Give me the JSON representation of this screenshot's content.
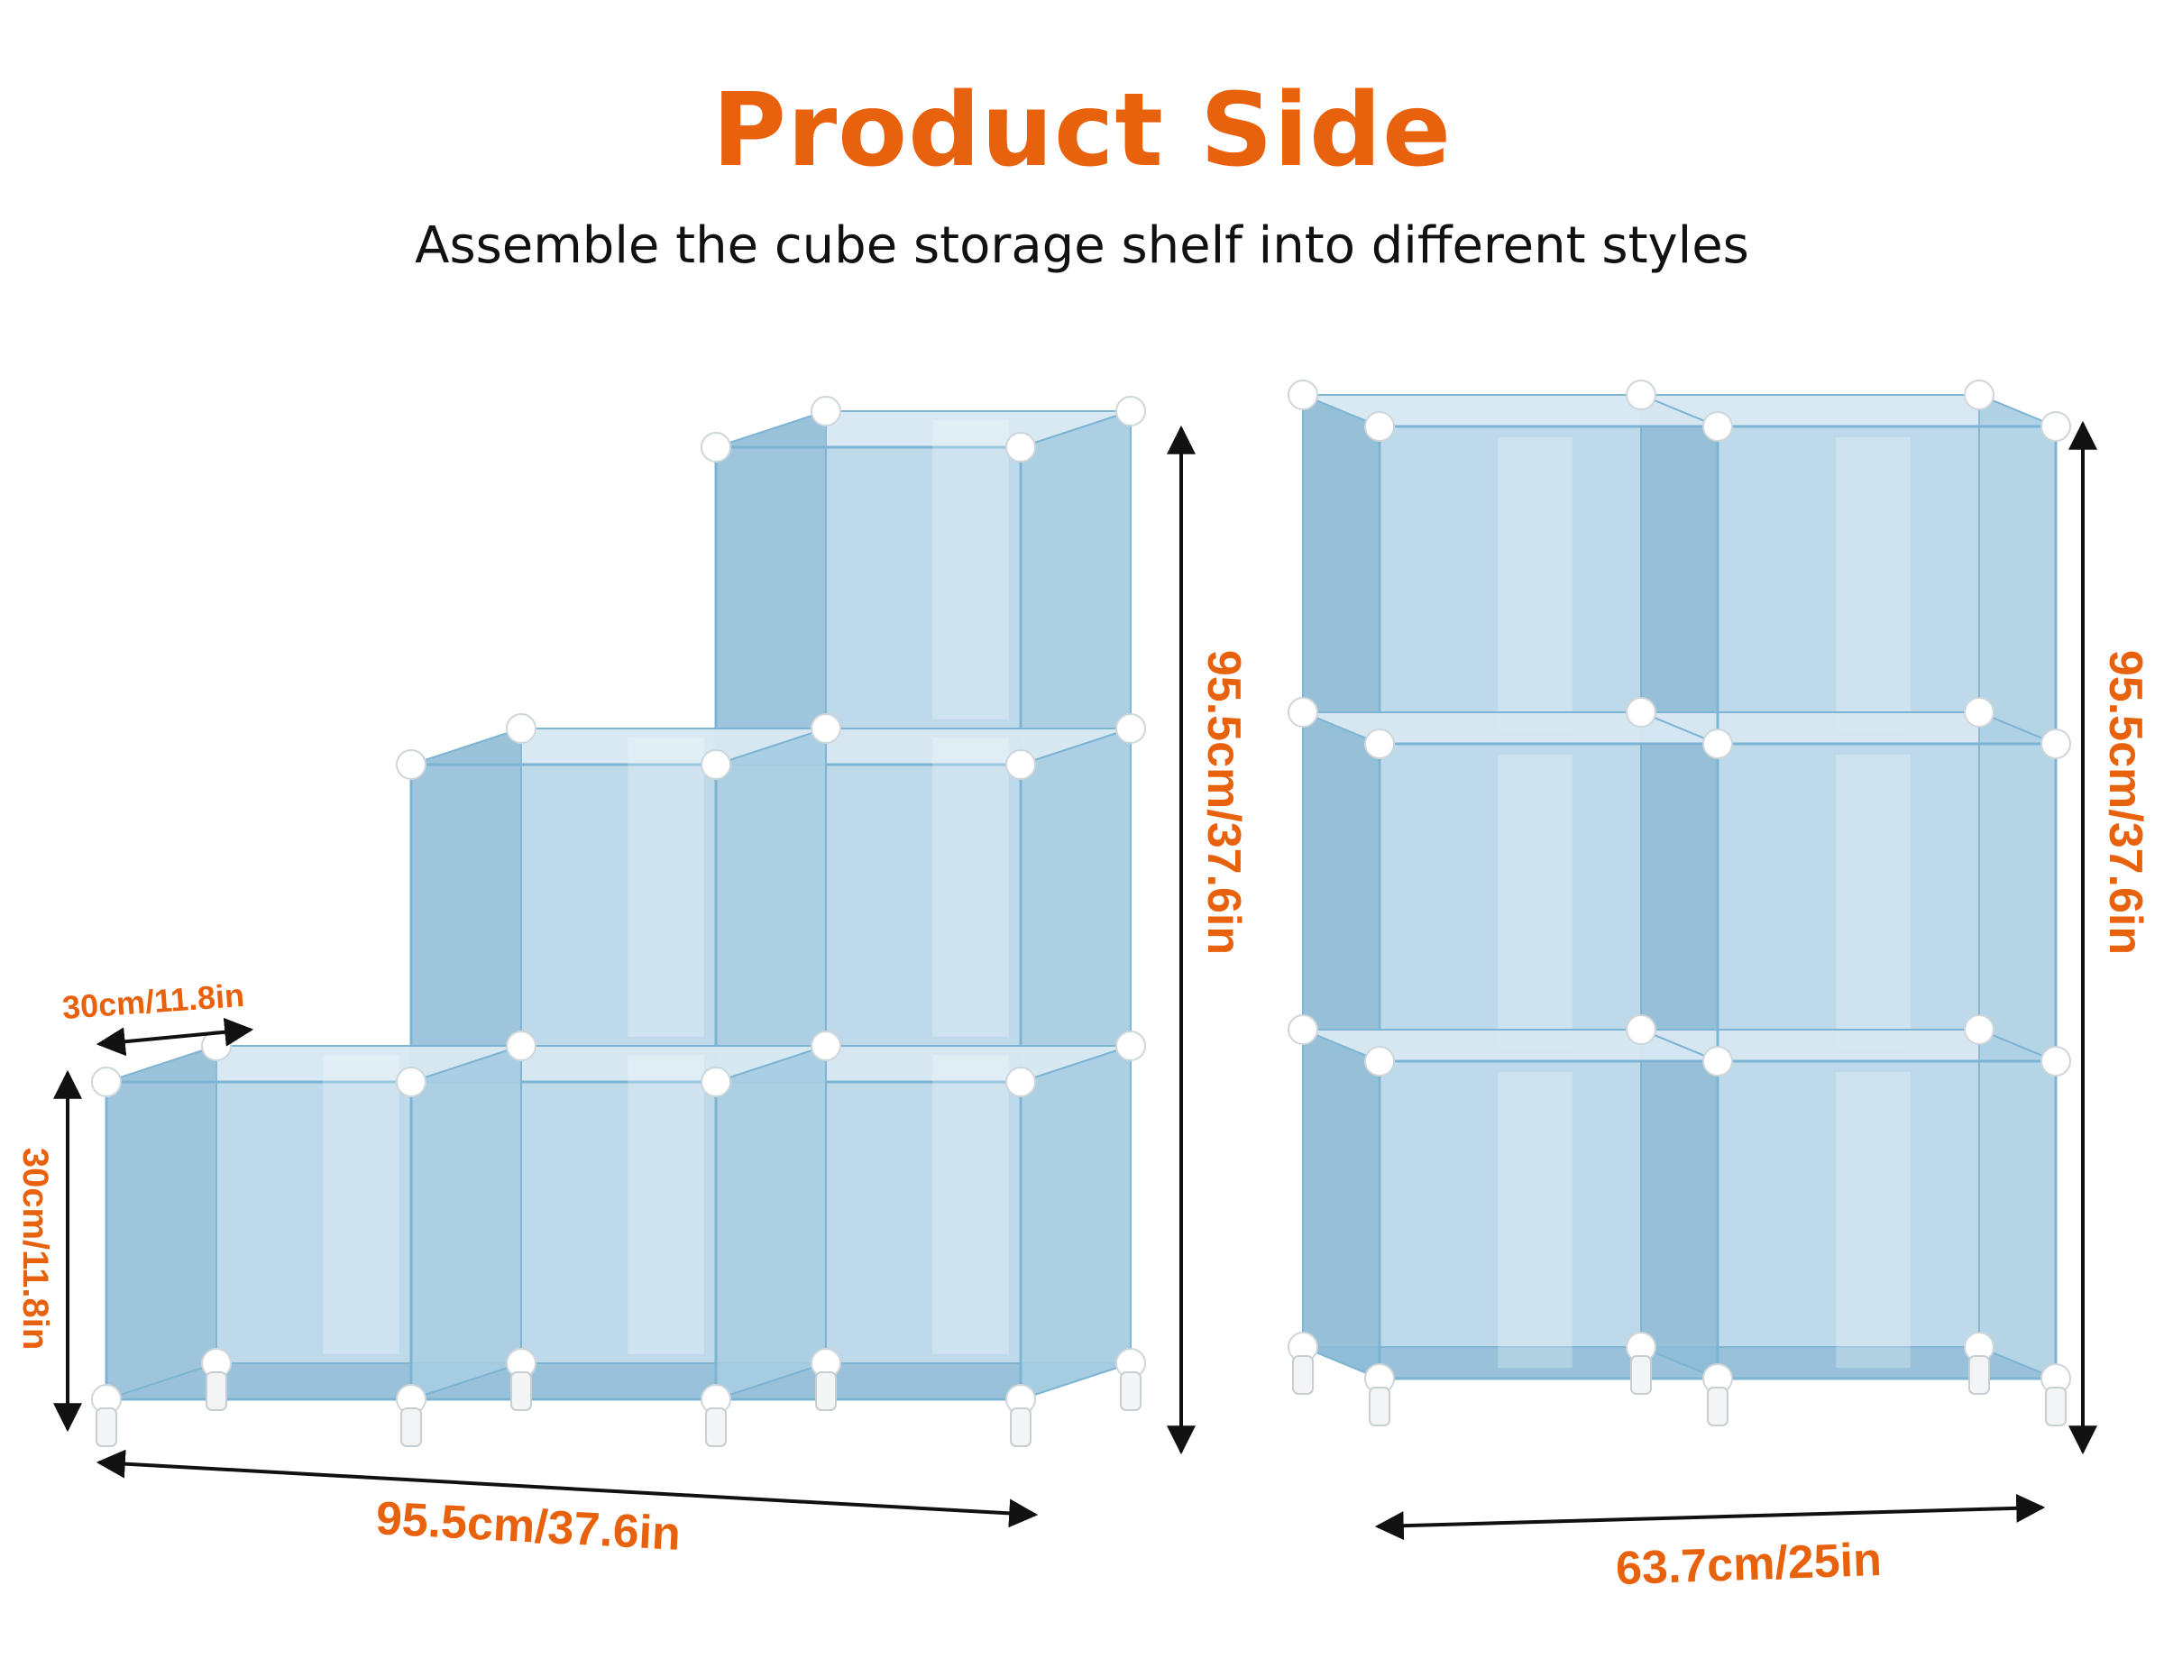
{
  "title": "Product Side",
  "subtitle": "Assemble the cube storage shelf into different styles",
  "colors": {
    "accent": "#E8620E",
    "panel": "#A9CEE3",
    "panel_dark": "#8EBCD6",
    "panel_edge": "#7DB4D3",
    "frame": "#DCEBF4",
    "connector": "#FFFFFF",
    "arrow": "#111111"
  },
  "left_shelf": {
    "style": "staircase",
    "dimensions": {
      "cube_width": "30cm/11.8in",
      "cube_height": "30cm/11.8in",
      "total_width": "95.5cm/37.6in",
      "total_height": "95.5cm/37.6in"
    }
  },
  "right_shelf": {
    "style": "2x3 grid",
    "dimensions": {
      "total_width": "63.7cm/25in",
      "total_height": "95.5cm/37.6in"
    }
  }
}
